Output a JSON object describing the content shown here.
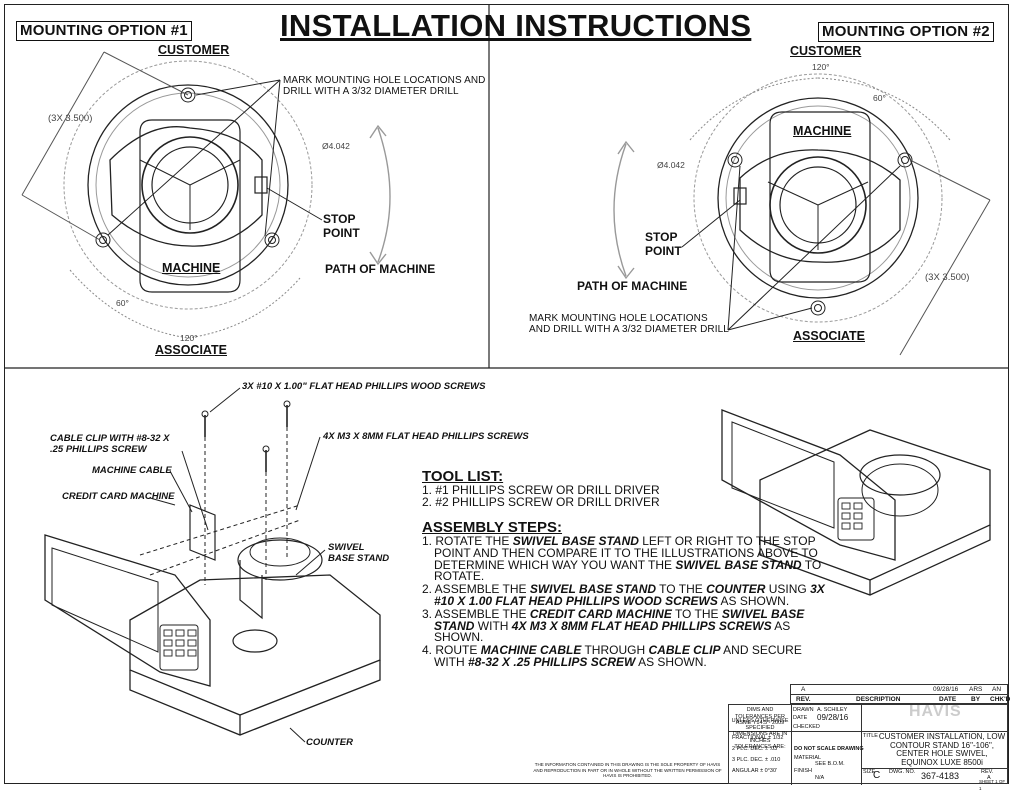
{
  "title": "INSTALLATION INSTRUCTIONS",
  "option1": {
    "box": "MOUNTING OPTION #1",
    "customer": "CUSTOMER",
    "machine": "MACHINE",
    "associate": "ASSOCIATE",
    "mark_note": "MARK MOUNTING HOLE LOCATIONS AND DRILL WITH A 3/32 DIAMETER DRILL",
    "stop_point": "STOP POINT",
    "path": "PATH OF MACHINE",
    "dim_bolt": "(3X 3.500)",
    "dim_dia": "Ø4.042",
    "angle_60": "60°",
    "angle_120": "120°"
  },
  "option2": {
    "box": "MOUNTING OPTION #2",
    "customer": "CUSTOMER",
    "machine": "MACHINE",
    "associate": "ASSOCIATE",
    "mark_note": "MARK MOUNTING HOLE LOCATIONS AND DRILL WITH A 3/32 DIAMETER DRILL",
    "stop_point": "STOP POINT",
    "path": "PATH OF MACHINE",
    "dim_bolt": "(3X 3.500)",
    "dim_dia": "Ø4.042",
    "angle_60": "60°",
    "angle_120": "120°"
  },
  "assembly_labels": {
    "wood_screws": "3X #10 X 1.00\" FLAT HEAD PHILLIPS WOOD SCREWS",
    "m3_screws": "4X M3 X 8MM FLAT HEAD PHILLIPS SCREWS",
    "cable_clip": "CABLE CLIP WITH #8-32 X .25 PHILLIPS SCREW",
    "machine_cable": "MACHINE CABLE",
    "credit_card": "CREDIT CARD MACHINE",
    "swivel": "SWIVEL BASE STAND",
    "counter": "COUNTER"
  },
  "tool_list": {
    "heading": "TOOL LIST:",
    "items": [
      "1.  #1 PHILLIPS SCREW OR DRILL DRIVER",
      "2.  #2 PHILLIPS SCREW OR DRILL DRIVER"
    ]
  },
  "assembly_steps": {
    "heading": "ASSEMBLY STEPS:",
    "s1a": "1. ROTATE THE ",
    "s1b": "SWIVEL BASE STAND",
    "s1c": " LEFT OR RIGHT TO THE STOP POINT AND THEN COMPARE IT TO THE ILLUSTRATIONS ABOVE TO DETERMINE WHICH WAY YOU WANT THE ",
    "s1d": "SWIVEL BASE STAND",
    "s1e": " TO ROTATE.",
    "s2a": "2. ASSEMBLE THE ",
    "s2b": "SWIVEL BASE STAND",
    "s2c": " TO THE ",
    "s2d": "COUNTER",
    "s2e": " USING ",
    "s2f": "3X #10 X 1.00 FLAT HEAD PHILLIPS WOOD SCREWS",
    "s2g": " AS SHOWN.",
    "s3a": "3. ASSEMBLE THE ",
    "s3b": "CREDIT CARD MACHINE",
    "s3c": " TO THE ",
    "s3d": "SWIVEL BASE STAND",
    "s3e": " WITH ",
    "s3f": "4X M3 X 8MM FLAT HEAD PHILLIPS SCREWS",
    "s3g": " AS SHOWN.",
    "s4a": "4. ROUTE ",
    "s4b": "MACHINE CABLE",
    "s4c": " THROUGH ",
    "s4d": "CABLE CLIP",
    "s4e": " AND SECURE WITH ",
    "s4f": "#8-32 X .25 PHILLIPS SCREW",
    "s4g": " AS SHOWN."
  },
  "title_block": {
    "rev_letter": "A",
    "rev_date": "09/28/16",
    "rev_by": "ARS",
    "rev_chkd": "AN",
    "col_rev": "REV.",
    "col_desc": "DESCRIPTION",
    "col_date": "DATE",
    "col_by": "BY",
    "col_chkd": "CHK'D",
    "dims_note": "DIMS AND TOLERANCES PER ASME Y14.5 - 2009",
    "unless_note": "UNLESS OTHERWISE SPECIFIED DIMENSIONS ARE IN INCHES TOLERANCES ARE:",
    "drawn_label": "DRAWN",
    "drawn_by": "A. SCHILEY",
    "date_label": "DATE",
    "date_val": "09/28/16",
    "checked_label": "CHECKED",
    "brand": "HAVIS",
    "title_label": "TITLE",
    "fractional": "FRACTIONAL  ±  1/32",
    "two_plc": "2 PLC. DEC.    ±  .03",
    "three_plc": "3 PLC. DEC.    ±  .010",
    "angular": "ANGULAR       ±  0°30'",
    "dnsd": "DO NOT SCALE DRAWING",
    "material_label": "MATERIAL",
    "material": "SEE B.O.M.",
    "finish_label": "FINISH",
    "finish": "N/A",
    "title_text": "CUSTOMER INSTALLATION, LOW CONTOUR STAND 16\"-106\", CENTER HOLE SWIVEL, EQUINOX LUXE 8500i",
    "size_label": "SIZE",
    "size": "C",
    "dwg_label": "DWG. NO.",
    "dwg_no": "367-4183",
    "rev_label": "REV.",
    "rev": "A",
    "sheet": "SHEET 1 OF 1",
    "prop_note": "THE INFORMATION CONTAINED IN THIS DRAWING IS THE SOLE PROPERTY OF HAVIS AND REPRODUCTION IN PART OR IN WHOLE WITHOUT THE WRITTEN PERMISSION OF HAVIS IS PROHIBITED."
  }
}
